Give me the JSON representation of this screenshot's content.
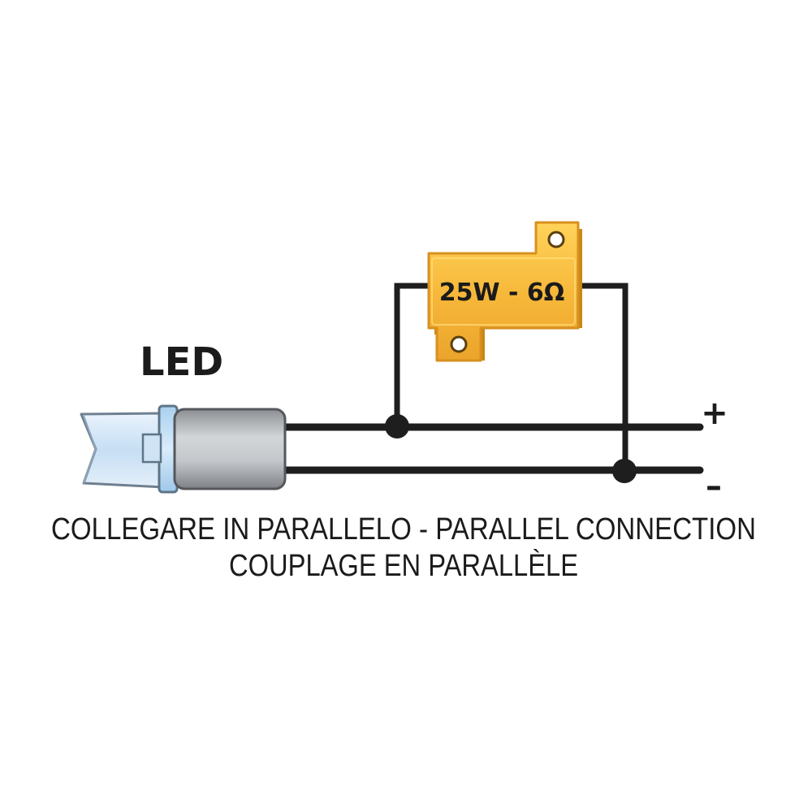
{
  "led_label": "LED",
  "resistor_label": "25W - 6Ω",
  "terminals": {
    "positive": "+",
    "negative": "–"
  },
  "captions": {
    "line1": "COLLEGARE IN PARALLELO - PARALLEL CONNECTION",
    "line2": "COUPLAGE EN PARALLÈLE"
  },
  "colors": {
    "wire": "#1e1e1e",
    "resistor_body": "#f5b73a",
    "resistor_highlight": "#ffd35a",
    "resistor_edge": "#d8901f",
    "led_body": "#b9bcc0",
    "led_lens": "#cfe4f7"
  }
}
